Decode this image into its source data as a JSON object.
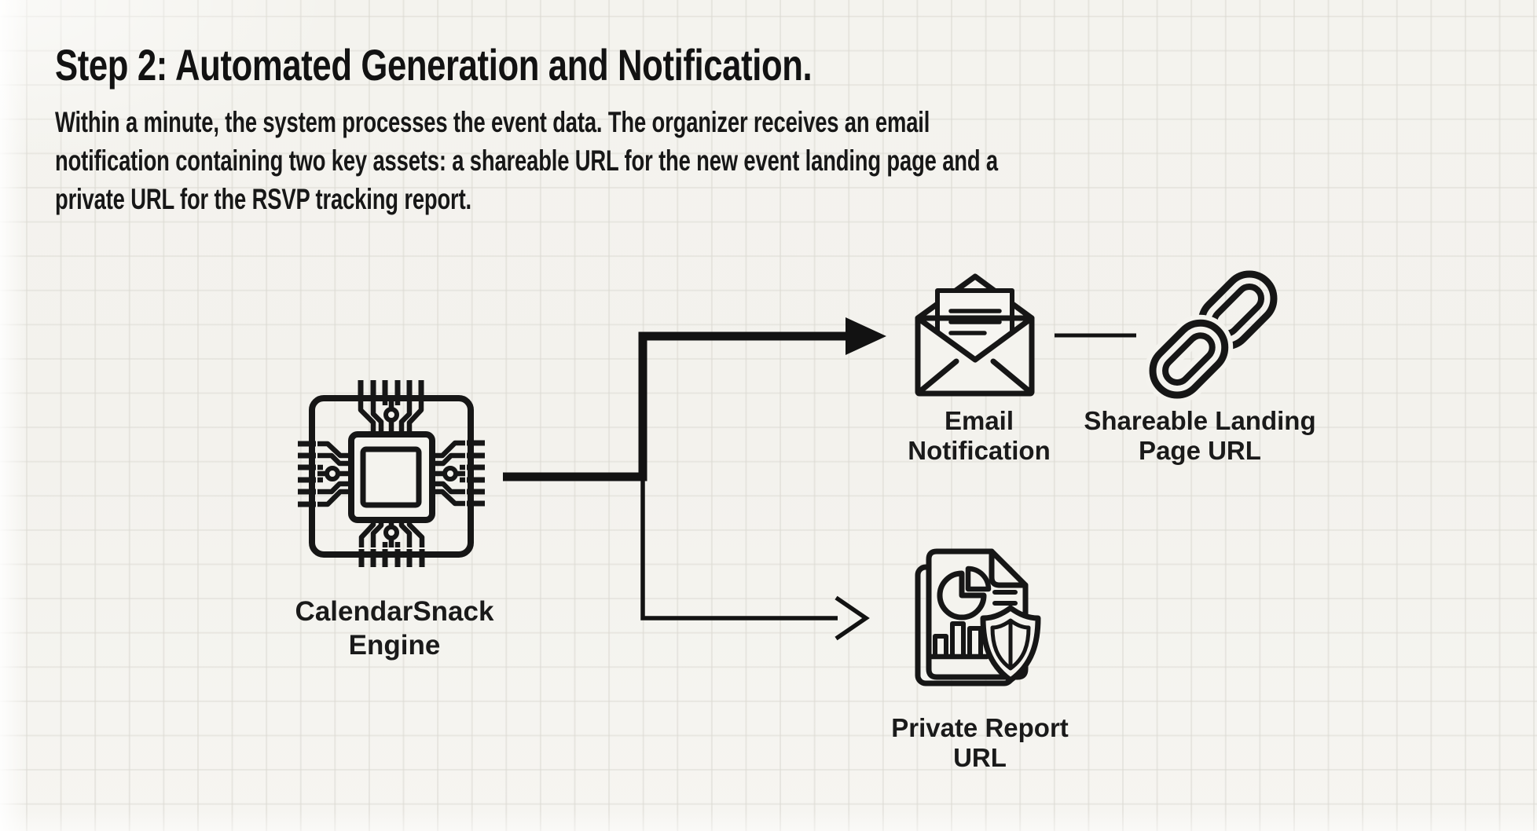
{
  "header": {
    "title": "Step 2: Automated Generation and Notification.",
    "description_lines": [
      "Within a minute, the system processes the event data. The organizer receives an email",
      "notification containing two key assets: a shareable URL for the new event landing page and a",
      "private URL for the RSVP tracking report."
    ]
  },
  "diagram": {
    "nodes": [
      {
        "id": "engine",
        "icon": "chip-icon",
        "label_line1": "CalendarSnack",
        "label_line2": "Engine"
      },
      {
        "id": "email-notification",
        "icon": "open-envelope-icon",
        "label_line1": "Email",
        "label_line2": "Notification"
      },
      {
        "id": "landing-page-url",
        "icon": "chain-link-icon",
        "label_line1": "Shareable Landing",
        "label_line2": "Page URL"
      },
      {
        "id": "private-report-url",
        "icon": "report-shield-icon",
        "label_line1": "Private Report",
        "label_line2": "URL"
      }
    ],
    "edges": [
      {
        "from": "engine",
        "to": "email-notification",
        "style": "thick-solid-arrow"
      },
      {
        "from": "engine",
        "to": "private-report-url",
        "style": "thin-open-arrow"
      },
      {
        "from": "email-notification",
        "to": "landing-page-url",
        "style": "plain-line"
      }
    ]
  },
  "colors": {
    "background": "#f4f3ee",
    "grid_line": "#e3e1db",
    "ink": "#161616"
  }
}
